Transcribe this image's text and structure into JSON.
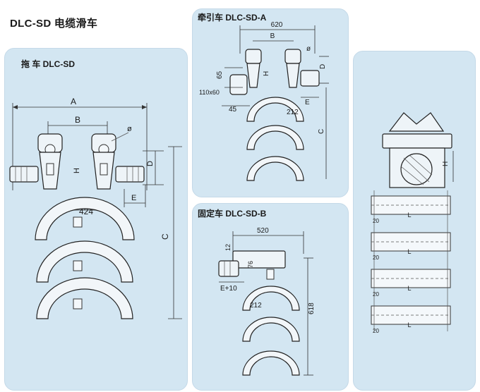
{
  "page_title": "DLC-SD 电缆滑车",
  "panel_tow": {
    "label": "拖 车 DLC-SD",
    "dims": {
      "a": "A",
      "b": "B",
      "dia": "ø",
      "h": "H",
      "d": "D",
      "e": "E",
      "w": "424",
      "c": "C"
    }
  },
  "panel_pull": {
    "label": "牵引车 DLC-SD-A",
    "dims": {
      "w620": "620",
      "b": "B",
      "dia": "ø",
      "d": "D",
      "h": "H",
      "h65": "65",
      "box": "110x60",
      "w45": "45",
      "r212": "212",
      "e": "E",
      "c": "C"
    }
  },
  "panel_fixed": {
    "label": "固定车 DLC-SD-B",
    "dims": {
      "w520": "520",
      "h12": "12",
      "h76": "76",
      "e10": "E+10",
      "r212": "212",
      "h618": "618"
    }
  },
  "panel_side": {
    "dims": {
      "h": "H",
      "l1": "L",
      "l2": "L",
      "l3": "L",
      "l4": "L",
      "s1": "20",
      "s2": "20",
      "s3": "20",
      "s4": "20"
    }
  },
  "colors": {
    "panel_bg": "#d3e6f2",
    "line": "#222222"
  }
}
